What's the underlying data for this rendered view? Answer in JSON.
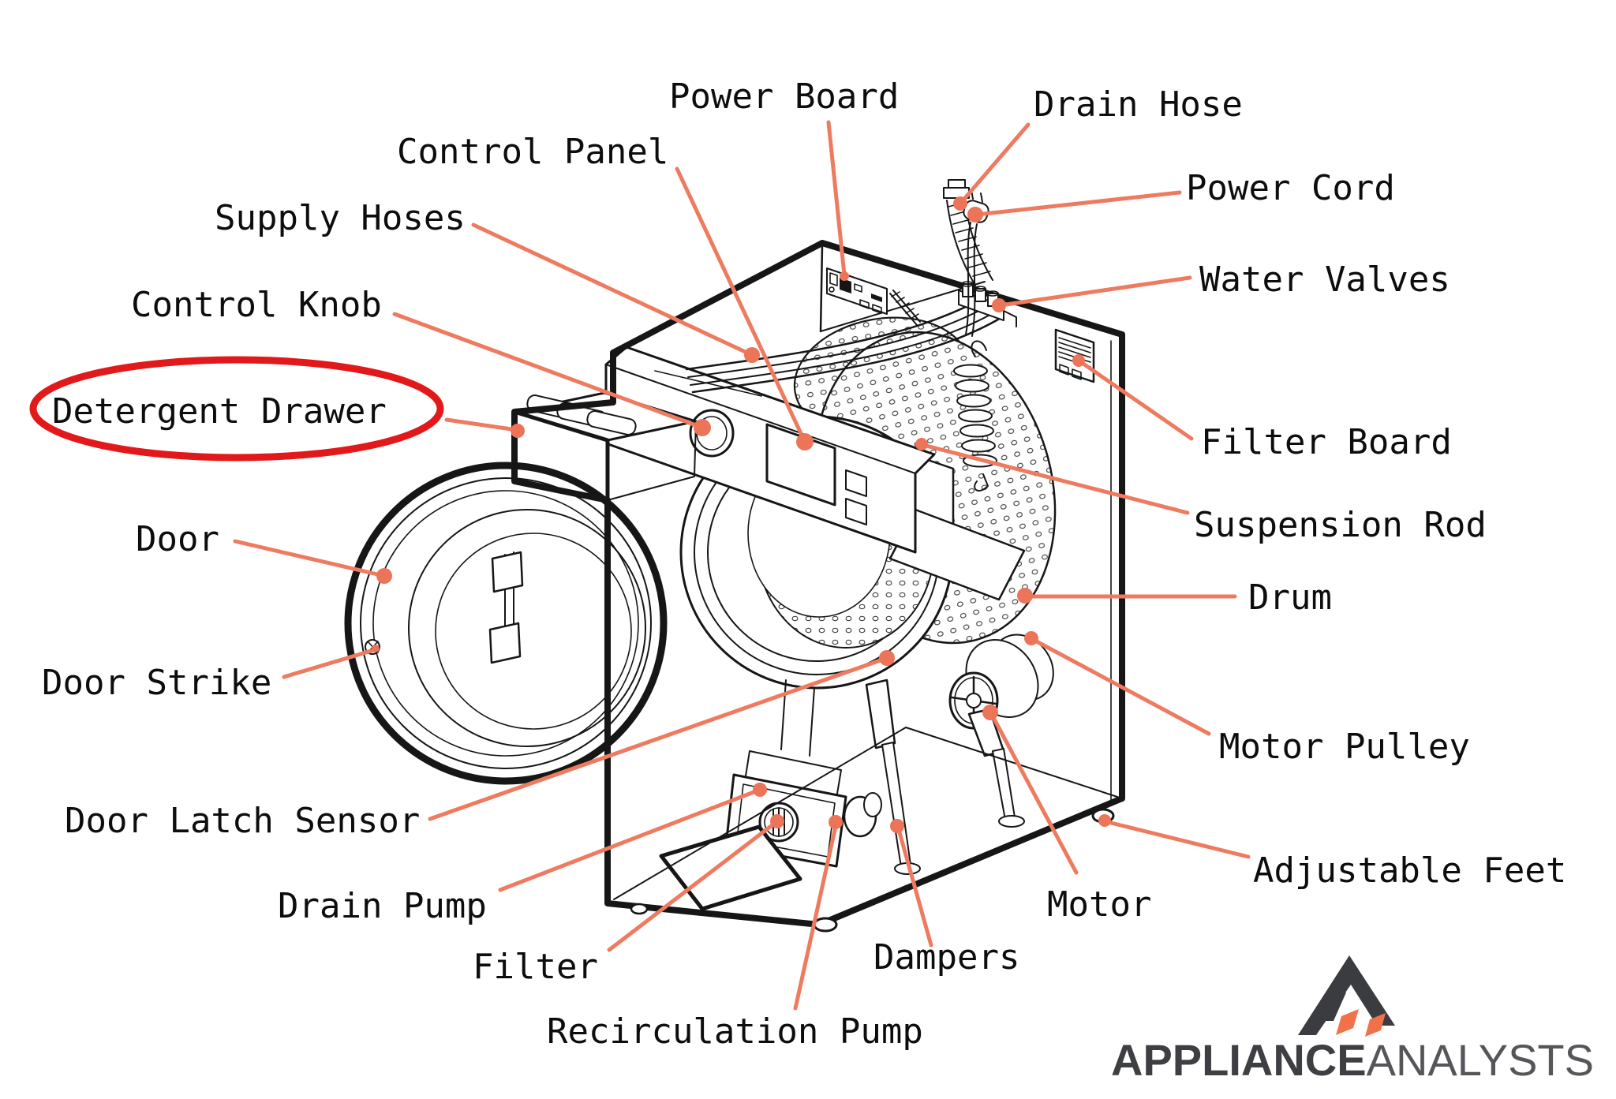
{
  "diagram": {
    "subject": "Washing machine exploded parts diagram",
    "highlighted_part": "Detergent Drawer",
    "colors": {
      "leader_line": "#EE7B60",
      "callout_dot": "#EC7458",
      "highlight_ellipse": "#E2191B",
      "line_art": "#161616",
      "label_text": "#0d0d0d",
      "logo_dark": "#3e3f43",
      "logo_accent": "#F2714B"
    }
  },
  "parts": [
    {
      "id": "power-board",
      "label": "Power Board"
    },
    {
      "id": "drain-hose",
      "label": "Drain Hose"
    },
    {
      "id": "control-panel",
      "label": "Control Panel"
    },
    {
      "id": "power-cord",
      "label": "Power Cord"
    },
    {
      "id": "supply-hoses",
      "label": "Supply Hoses"
    },
    {
      "id": "water-valves",
      "label": "Water Valves"
    },
    {
      "id": "control-knob",
      "label": "Control Knob"
    },
    {
      "id": "detergent-drawer",
      "label": "Detergent Drawer"
    },
    {
      "id": "filter-board",
      "label": "Filter Board"
    },
    {
      "id": "suspension-rod",
      "label": "Suspension Rod"
    },
    {
      "id": "door",
      "label": "Door"
    },
    {
      "id": "drum",
      "label": "Drum"
    },
    {
      "id": "door-strike",
      "label": "Door Strike"
    },
    {
      "id": "motor-pulley",
      "label": "Motor Pulley"
    },
    {
      "id": "door-latch-sensor",
      "label": "Door Latch Sensor"
    },
    {
      "id": "adjustable-feet",
      "label": "Adjustable Feet"
    },
    {
      "id": "drain-pump",
      "label": "Drain Pump"
    },
    {
      "id": "motor",
      "label": "Motor"
    },
    {
      "id": "filter",
      "label": "Filter"
    },
    {
      "id": "dampers",
      "label": "Dampers"
    },
    {
      "id": "recirculation-pump",
      "label": "Recirculation Pump"
    }
  ],
  "logo": {
    "brand_bold": "APPLIANCE",
    "brand_light": "ANALYSTS"
  }
}
